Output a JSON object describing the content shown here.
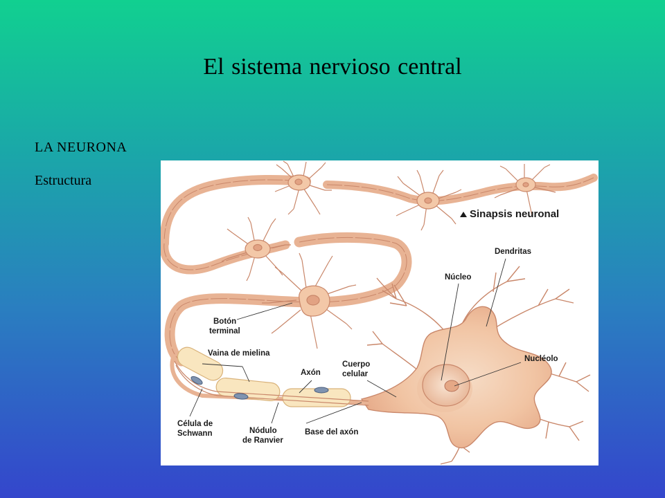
{
  "slide": {
    "title": "El sistema nervioso central",
    "subtitle_1": "LA  NEURONA",
    "subtitle_2": "Estructura"
  },
  "diagram": {
    "labels": {
      "sinapsis": "Sinapsis neuronal",
      "dendritas": "Dendritas",
      "nucleo": "Núcleo",
      "nucleolo": "Nucléolo",
      "boton_1": "Botón",
      "boton_2": "terminal",
      "vaina": "Vaina de mielina",
      "axon": "Axón",
      "cuerpo_1": "Cuerpo",
      "cuerpo_2": "celular",
      "celula_1": "Célula de",
      "celula_2": "Schwann",
      "nodulo_1": "Nódulo",
      "nodulo_2": "de Ranvier",
      "base": "Base del axón"
    },
    "colors": {
      "neuron_fill": "#f3c8a8",
      "neuron_stroke": "#c9876a",
      "myelin_fill": "#f9e6bf",
      "schwann_nucleus": "#7f93b0"
    }
  }
}
